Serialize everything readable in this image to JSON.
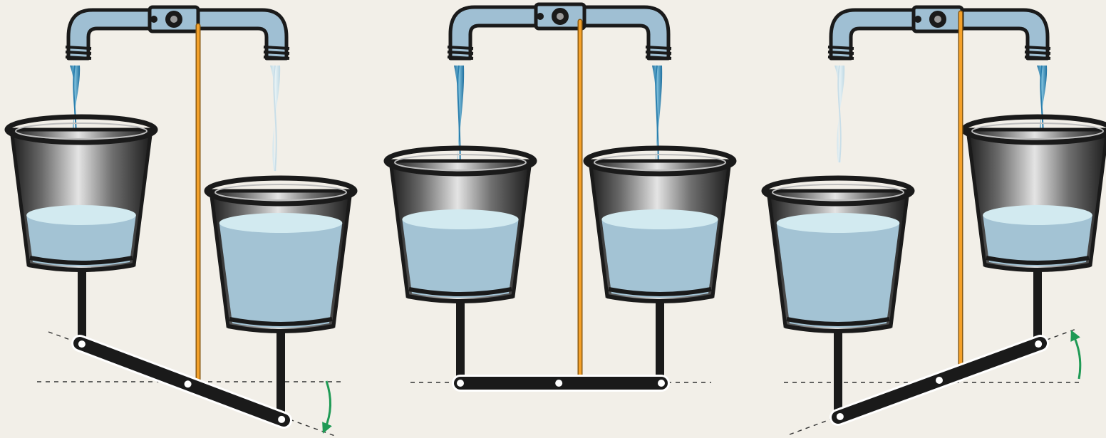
{
  "colors": {
    "background": "#f2efe8",
    "pipe": "#9fbfd3",
    "outline": "#1a1a1a",
    "pull_rod": "#f4a12a",
    "water_fill": "#a3c3d4",
    "water_surface": "#d2eaf0",
    "water_stream": "#2a7fae",
    "arrow": "#1f9a55",
    "reference_line": "#333333"
  },
  "panels": [
    {
      "state": "left-bucket-high",
      "lever_direction": "tilted-down-right",
      "rotation_arrow": "clockwise-down-icon"
    },
    {
      "state": "balanced",
      "lever_direction": "level",
      "rotation_arrow": ""
    },
    {
      "state": "right-bucket-high",
      "lever_direction": "tilted-up-right",
      "rotation_arrow": "counterclockwise-up-icon"
    }
  ]
}
